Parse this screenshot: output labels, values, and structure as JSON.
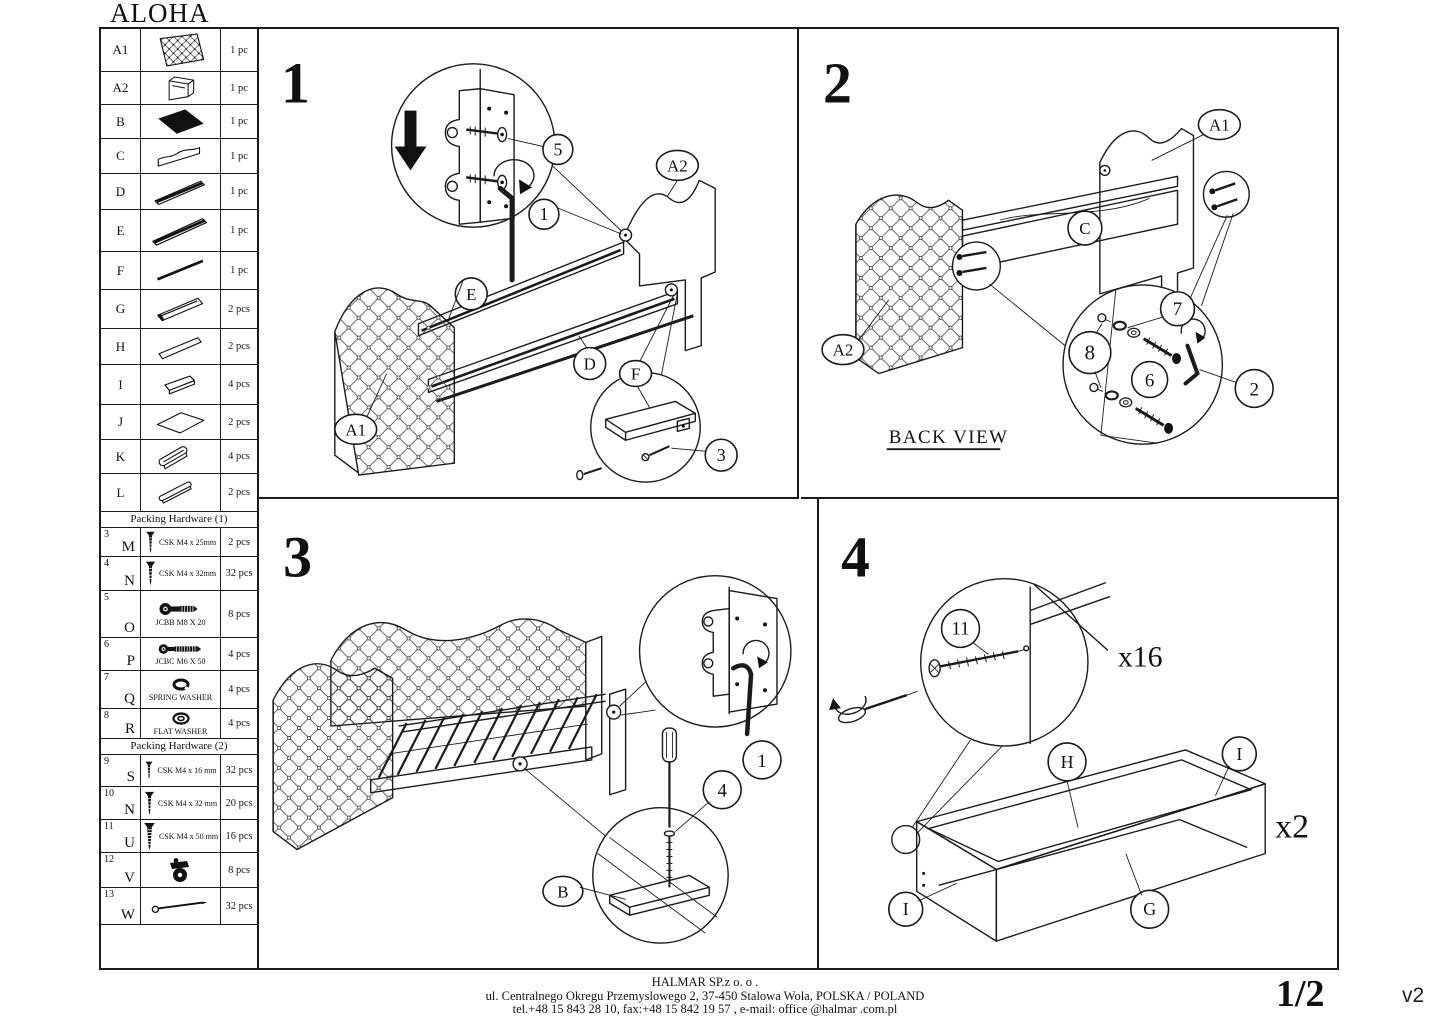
{
  "title": "ALOHA",
  "page": {
    "number_label": "1/2",
    "version_label": "v2"
  },
  "footer": {
    "company": "HALMAR SP.z o. o .",
    "address": "ul. Centralnego Okregu Przemyslowego 2, 37-450 Stalowa Wola, POLSKA / POLAND",
    "contact": "tel.+48 15 843 28 10, fax:+48 15 842 19 57 , e-mail: office @halmar .com.pl"
  },
  "parts_table": {
    "parts": [
      {
        "label": "A1",
        "qty": "1 pc",
        "icon": "tufted-headboard-icon"
      },
      {
        "label": "A2",
        "qty": "1 pc",
        "icon": "side-panel-icon"
      },
      {
        "label": "B",
        "qty": "1 pc",
        "icon": "black-board-icon"
      },
      {
        "label": "C",
        "qty": "1 pc",
        "icon": "shaped-board-icon"
      },
      {
        "label": "D",
        "qty": "1 pc",
        "icon": "rail-icon"
      },
      {
        "label": "E",
        "qty": "1 pc",
        "icon": "rail-icon"
      },
      {
        "label": "F",
        "qty": "1 pc",
        "icon": "rod-icon"
      },
      {
        "label": "G",
        "qty": "2 pcs",
        "icon": "drawer-front-icon"
      },
      {
        "label": "H",
        "qty": "2 pcs",
        "icon": "drawer-back-icon"
      },
      {
        "label": "I",
        "qty": "4 pcs",
        "icon": "small-board-icon"
      },
      {
        "label": "J",
        "qty": "2 pcs",
        "icon": "flat-panel-icon"
      },
      {
        "label": "K",
        "qty": "4 pcs",
        "icon": "slat-icon"
      },
      {
        "label": "L",
        "qty": "2 pcs",
        "icon": "thin-slat-icon"
      }
    ],
    "hardware1": {
      "header": "Packing Hardware (1)",
      "rows": [
        {
          "num": "3",
          "letter": "M",
          "desc": "CSK M4 x 25mm",
          "qty": "2 pcs",
          "icon": "screw-icon"
        },
        {
          "num": "4",
          "letter": "N",
          "desc": "CSK M4 x 32mm",
          "qty": "32 pcs",
          "icon": "screw-icon"
        },
        {
          "num": "5",
          "letter": "O",
          "desc": "JCBB M8 X 20",
          "qty": "8 pcs",
          "icon": "bolt-short-icon"
        },
        {
          "num": "6",
          "letter": "P",
          "desc": "JCBC M6 X 50",
          "qty": "4 pcs",
          "icon": "bolt-long-icon"
        },
        {
          "num": "7",
          "letter": "Q",
          "desc": "SPRING WASHER",
          "qty": "4 pcs",
          "icon": "spring-washer-icon"
        },
        {
          "num": "8",
          "letter": "R",
          "desc": "FLAT WASHER",
          "qty": "4 pcs",
          "icon": "flat-washer-icon"
        }
      ]
    },
    "hardware2": {
      "header": "Packing Hardware (2)",
      "rows": [
        {
          "num": "9",
          "letter": "S",
          "desc": "CSK M4 x 16 mm",
          "qty": "32 pcs",
          "icon": "screw-icon"
        },
        {
          "num": "10",
          "letter": "N",
          "desc": "CSK M4 x 32 mm",
          "qty": "20 pcs",
          "icon": "screw-icon"
        },
        {
          "num": "11",
          "letter": "U",
          "desc": "CSK M4 x 50 mm",
          "qty": "16 pcs",
          "icon": "screw-icon"
        },
        {
          "num": "12",
          "letter": "V",
          "desc": "",
          "qty": "8 pcs",
          "icon": "caster-icon"
        },
        {
          "num": "13",
          "letter": "W",
          "desc": "",
          "qty": "32 pcs",
          "icon": "nail-icon"
        }
      ]
    }
  },
  "panel1": {
    "number": "1",
    "callout_5": "5",
    "callout_1": "1",
    "callout_3": "3",
    "label_a1": "A1",
    "label_a2": "A2",
    "label_e": "E",
    "label_d": "D",
    "label_f": "F"
  },
  "panel2": {
    "number": "2",
    "callout_7": "7",
    "callout_8": "8",
    "callout_6": "6",
    "callout_2": "2",
    "label_a1": "A1",
    "label_a2": "A2",
    "label_c": "C",
    "caption": "BACK VIEW"
  },
  "panel3": {
    "number": "3",
    "callout_1": "1",
    "callout_4": "4",
    "label_b": "B"
  },
  "panel4": {
    "number": "4",
    "callout_11": "11",
    "label_h": "H",
    "label_i_right": "I",
    "label_i_left": "I",
    "label_g": "G",
    "screw_count": "x16",
    "box_count": "x2"
  }
}
